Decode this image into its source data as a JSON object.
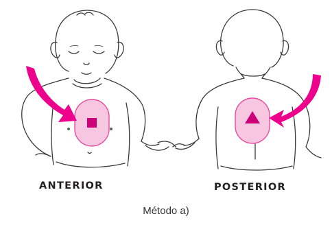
{
  "labels": {
    "anterior": "ANTERIOR",
    "posterior": "POSTERIOR"
  },
  "caption": "Método a)",
  "icons": {
    "anterior_pad": "square",
    "posterior_pad": "triangle",
    "arrows": "curved-arrow"
  },
  "colors": {
    "line": "#3a3a3a",
    "pad_fill": "#f7c6e1",
    "pad_stroke": "#e64ca0",
    "marker": "#cc0077",
    "arrow": "#ec008c"
  }
}
